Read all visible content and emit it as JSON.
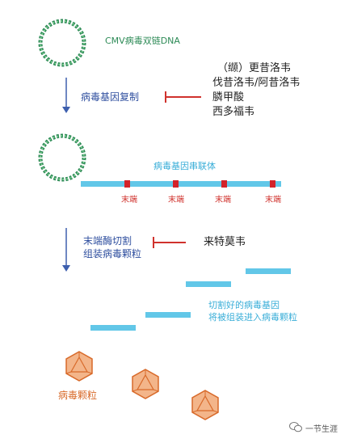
{
  "labels": {
    "cmv_dna": "CMV病毒双链DNA",
    "replication": "病毒基因复制",
    "inhibitors_1": "（缬）更昔洛韦",
    "inhibitors_2": "伐昔洛韦/阿昔洛韦",
    "inhibitors_3": "膦甲酸",
    "inhibitors_4": "西多福韦",
    "concatemer": "病毒基因串联体",
    "end": "末端",
    "cleavage_1": "末端酶切割",
    "cleavage_2": "组装病毒颗粒",
    "letermovir": "来特莫韦",
    "cut_genome_1": "切割好的病毒基因",
    "cut_genome_2": "将被组装进入病毒颗粒",
    "particles": "病毒颗粒",
    "watermark": "一节生涯"
  },
  "colors": {
    "dna_green": "#2e8b57",
    "arrow_blue": "#3d5fae",
    "inhibit_red": "#d0322d",
    "segment_cyan": "#62c7e8",
    "particle_orange": "#e07a3a"
  }
}
